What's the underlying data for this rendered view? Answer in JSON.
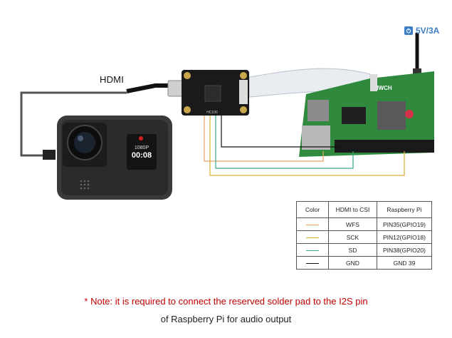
{
  "labels": {
    "hdmi": "HDMI",
    "power": "5V/3A"
  },
  "camera": {
    "screen_line1": "1080P",
    "screen_line2": "00:08"
  },
  "board": {
    "silk": "HC100",
    "pi_brand": "IWCH"
  },
  "legend": {
    "headers": [
      "Color",
      "HDMI to CSI",
      "Raspberry Pi"
    ],
    "rows": [
      {
        "color": "#e8a060",
        "hdmi": "WFS",
        "pi": "PIN35(GPIO19)"
      },
      {
        "color": "#d8b030",
        "hdmi": "SCK",
        "pi": "PIN12(GPIO18)"
      },
      {
        "color": "#3aa890",
        "hdmi": "SD",
        "pi": "PIN38(GPIO20)"
      },
      {
        "color": "#111111",
        "hdmi": "GND",
        "pi": "GND 39"
      }
    ]
  },
  "note": {
    "line1": "* Note: it is required to connect the reserved solder pad to the I2S pin",
    "line2": "of Raspberry Pi for audio output"
  }
}
